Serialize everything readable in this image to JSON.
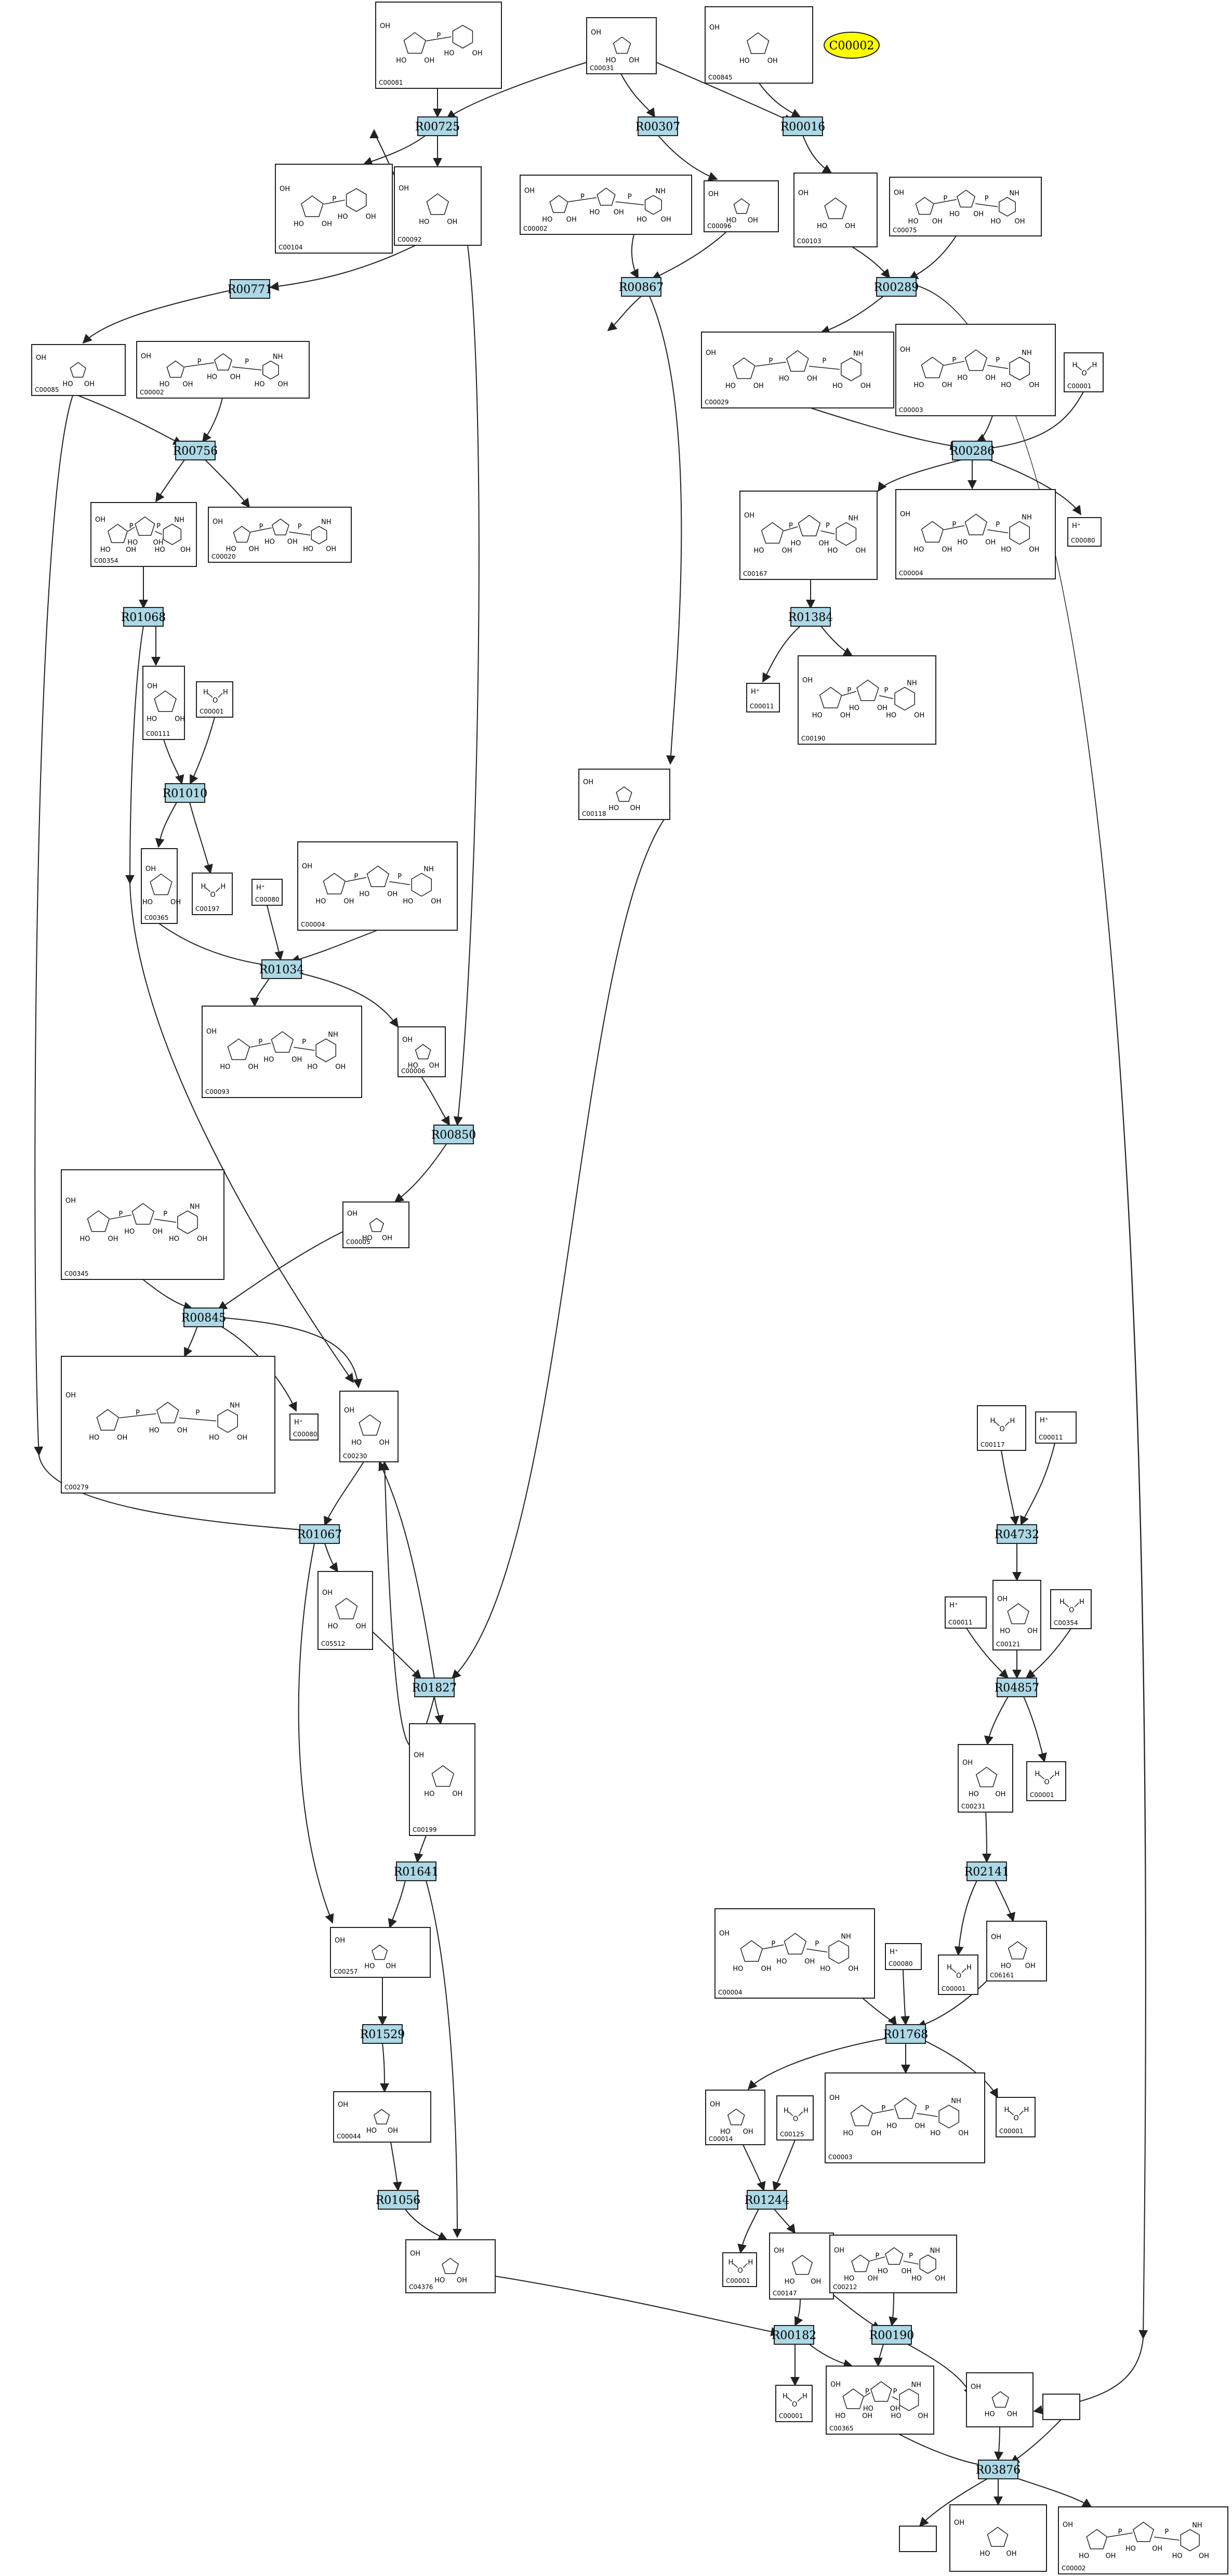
{
  "legend_node": "C00002",
  "reactions": [
    "R00725",
    "R00307",
    "R00016",
    "R00771",
    "R00867",
    "R00289",
    "R00756",
    "R00286",
    "R01068",
    "R01384",
    "R01010",
    "R01034",
    "R00850",
    "R00845",
    "R01067",
    "R04732",
    "R01827",
    "R04857",
    "R01641",
    "R02141",
    "R01529",
    "R01768",
    "R01056",
    "R01244",
    "R00182",
    "R00190",
    "R03876"
  ],
  "compounds": [
    "C00081",
    "C00031",
    "C00845",
    "C00104",
    "C00092",
    "C00002",
    "C00096",
    "C00103",
    "C00075",
    "C00085",
    "C00029",
    "C00003",
    "C00001",
    "C00354",
    "C00020",
    "C00080",
    "C00167",
    "C00004",
    "C00111",
    "C00011",
    "C00190",
    "C00365",
    "C00197",
    "C00118",
    "C00093",
    "C00006",
    "C00005",
    "C00345",
    "C00279",
    "C00230",
    "C05512",
    "C00117",
    "C00121",
    "C00199",
    "C00231",
    "C00257",
    "C06161",
    "C00014",
    "C00125",
    "C00044",
    "C00147",
    "C00212",
    "C04376"
  ],
  "atoms": {
    "oh": "OH",
    "ho": "HO",
    "o": "O",
    "p": "P",
    "n": "N",
    "nh2": "NH",
    "h": "H",
    "hplus": "H⁺"
  }
}
